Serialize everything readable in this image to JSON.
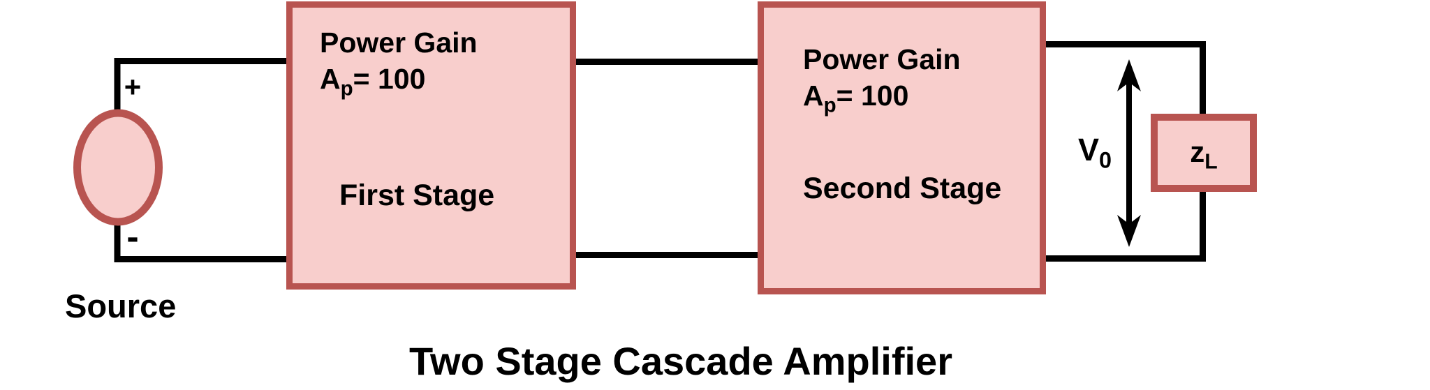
{
  "diagram": {
    "title": "Two Stage Cascade Amplifier",
    "source": {
      "label": "Source",
      "plus_terminal": "+",
      "minus_terminal": "-"
    },
    "stages": [
      {
        "gain_label": "Power Gain",
        "gain_symbol": "A",
        "gain_subscript": "p",
        "gain_value": "= 100",
        "name": "First Stage"
      },
      {
        "gain_label": "Power Gain",
        "gain_symbol": "A",
        "gain_subscript": "p",
        "gain_value": "= 100",
        "name": "Second Stage"
      }
    ],
    "output_voltage": {
      "symbol": "V",
      "subscript": "0"
    },
    "load": {
      "symbol": "z",
      "subscript": "L"
    },
    "colors": {
      "shape_fill": "#f8cecc",
      "shape_stroke": "#b85450",
      "wire": "#000000",
      "text": "#000000",
      "background": "#ffffff"
    }
  }
}
